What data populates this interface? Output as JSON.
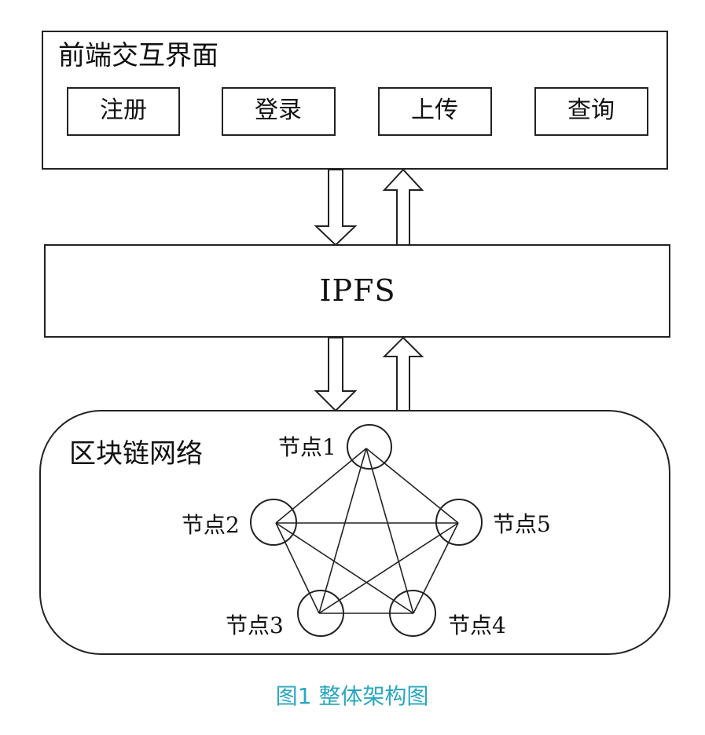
{
  "diagram": {
    "frontend": {
      "title": "前端交互界面",
      "buttons": [
        {
          "label": "注册"
        },
        {
          "label": "登录"
        },
        {
          "label": "上传"
        },
        {
          "label": "查询"
        }
      ]
    },
    "ipfs": {
      "label": "IPFS"
    },
    "blockchain": {
      "title": "区块链网络",
      "nodes": [
        {
          "label": "节点1"
        },
        {
          "label": "节点2"
        },
        {
          "label": "节点3"
        },
        {
          "label": "节点4"
        },
        {
          "label": "节点5"
        }
      ]
    },
    "caption": "图1 整体架构图"
  },
  "colors": {
    "line": "#222222",
    "caption": "#29a7c1",
    "background": "#ffffff"
  }
}
